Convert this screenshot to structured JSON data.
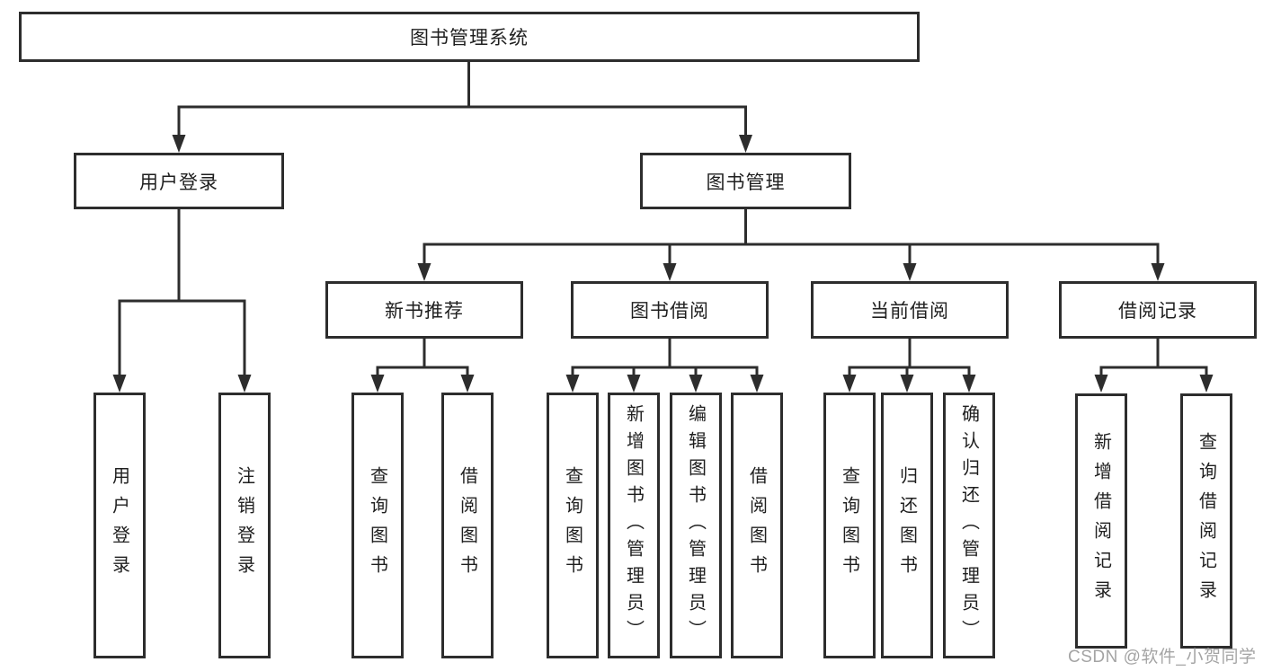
{
  "diagram_type": "hierarchy-tree",
  "tree": {
    "label": "图书管理系统",
    "children": [
      {
        "label": "用户登录",
        "children": [
          {
            "label": "用户登录"
          },
          {
            "label": "注销登录"
          }
        ]
      },
      {
        "label": "图书管理",
        "children": [
          {
            "label": "新书推荐",
            "children": [
              {
                "label": "查询图书"
              },
              {
                "label": "借阅图书"
              }
            ]
          },
          {
            "label": "图书借阅",
            "children": [
              {
                "label": "查询图书"
              },
              {
                "label": "新增图书（管理员）"
              },
              {
                "label": "编辑图书（管理员）"
              },
              {
                "label": "借阅图书"
              }
            ]
          },
          {
            "label": "当前借阅",
            "children": [
              {
                "label": "查询图书"
              },
              {
                "label": "归还图书"
              },
              {
                "label": "确认归还（管理员）"
              }
            ]
          },
          {
            "label": "借阅记录",
            "children": [
              {
                "label": "新增借阅记录"
              },
              {
                "label": "查询借阅记录"
              }
            ]
          }
        ]
      }
    ]
  },
  "watermark": {
    "text": "CSDN @软件_小贺同学"
  },
  "colors": {
    "line": "#2d2d2d",
    "text": "#1f1f1f",
    "box_bg": "#ffffff",
    "page_bg": "#ffffff",
    "watermark": "#a4a4a4"
  }
}
